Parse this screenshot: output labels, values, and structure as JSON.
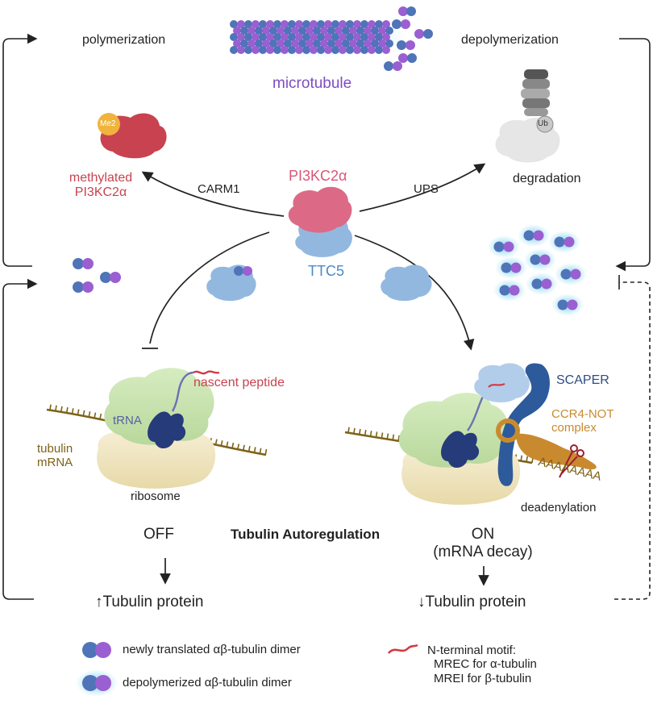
{
  "labels": {
    "polymerization": "polymerization",
    "depolymerization": "depolymerization",
    "microtubule": "microtubule",
    "me2": "Me2",
    "methylated_line1": "methylated",
    "methylated_line2": "PI3KC2α",
    "carm1": "CARM1",
    "pi3kc2a": "PI3KC2α",
    "ups": "UPS",
    "ub": "Ub",
    "degradation": "degradation",
    "ttc5": "TTC5",
    "nascent_peptide": "nascent  peptide",
    "trna": "tRNA",
    "tubulin_mrna_line1": "tubulin",
    "tubulin_mrna_line2": "mRNA",
    "ribosome": "ribosome",
    "scaper": "SCAPER",
    "ccr4_line1": "CCR4-NOT",
    "ccr4_line2": "complex",
    "polya": "AAAAAAAA",
    "deadenylation": "deadenylation",
    "off": "OFF",
    "autoregulation": "Tubulin Autoregulation",
    "on_line1": "ON",
    "on_line2": "(mRNA decay)",
    "tubulin_up": "↑Tubulin protein",
    "tubulin_down": "↓Tubulin protein"
  },
  "legend": {
    "newly_translated": "newly translated αβ-tubulin dimer",
    "depolymerized": "depolymerized αβ-tubulin dimer",
    "motif_line1": "N-terminal motif:",
    "motif_line2": "MREC for α-tubulin",
    "motif_line3": "MREI for β-tubulin"
  },
  "colors": {
    "alpha_tubulin": "#4f74b8",
    "beta_tubulin": "#9a5fd1",
    "glow": "#5ac8f0",
    "methylated": "#c8434f",
    "pi3kc2a": "#dc6a86",
    "ttc5": "#93b8e0",
    "ribosome_large": "#c9e3b0",
    "ribosome_small": "#f1e7c4",
    "scaper": "#2d5a9a",
    "ccr4": "#c98a2f",
    "mrna": "#7d6218",
    "peptide": "#d23a44"
  }
}
